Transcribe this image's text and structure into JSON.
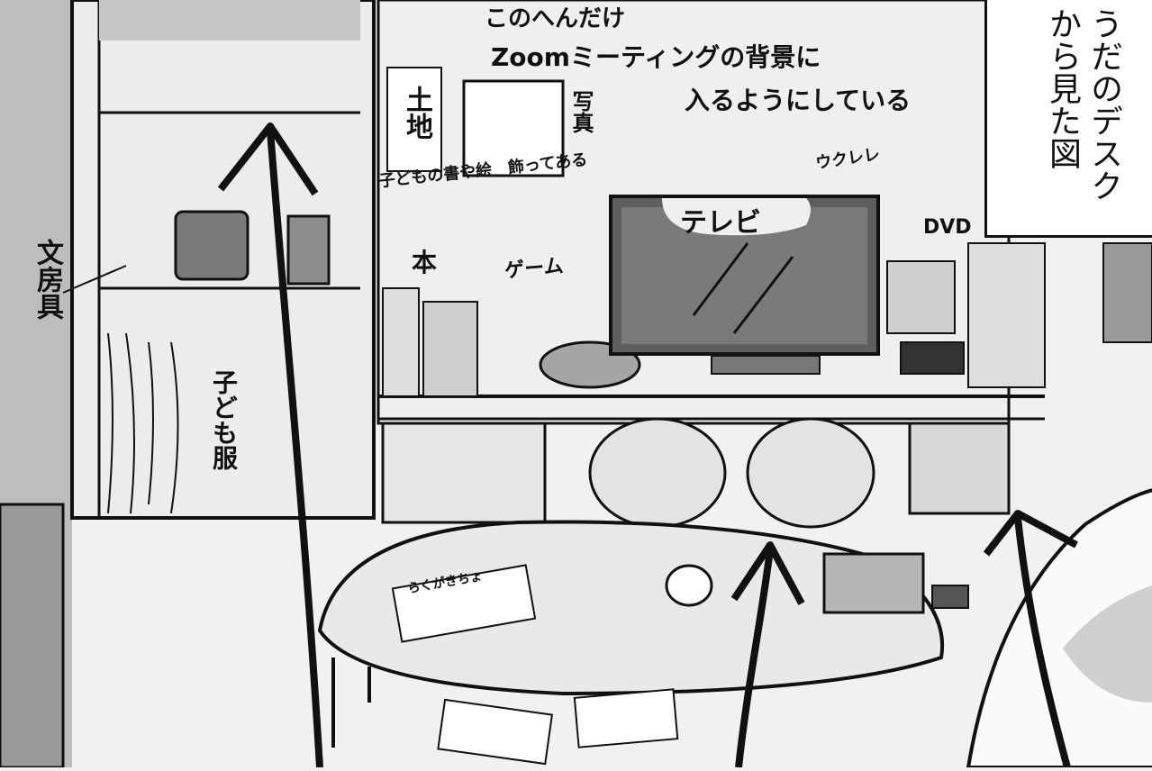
{
  "caption": "うだのデスクから見た図",
  "labels": {
    "zoom_line1": "このへんだけ",
    "zoom_line2": "Zoomミーティングの背景に",
    "zoom_line3": "入るようにしている",
    "tochi": "土地",
    "photo": "写真",
    "kids_art": "子どもの書や絵　飾ってある",
    "ukulele": "ウクレレ",
    "tv": "テレビ",
    "dvd": "DVD",
    "book": "本",
    "game": "ゲーム",
    "stationery": "文房具",
    "kids_clothes": "子ども服",
    "rakugaki": "らくがきちょ"
  },
  "colors": {
    "background": "#f1f1f1",
    "line": "#111111",
    "tv_screen": "#6e6e6e",
    "gray_fill": "#8a8a8a",
    "light_gray": "#c8c8c8"
  }
}
